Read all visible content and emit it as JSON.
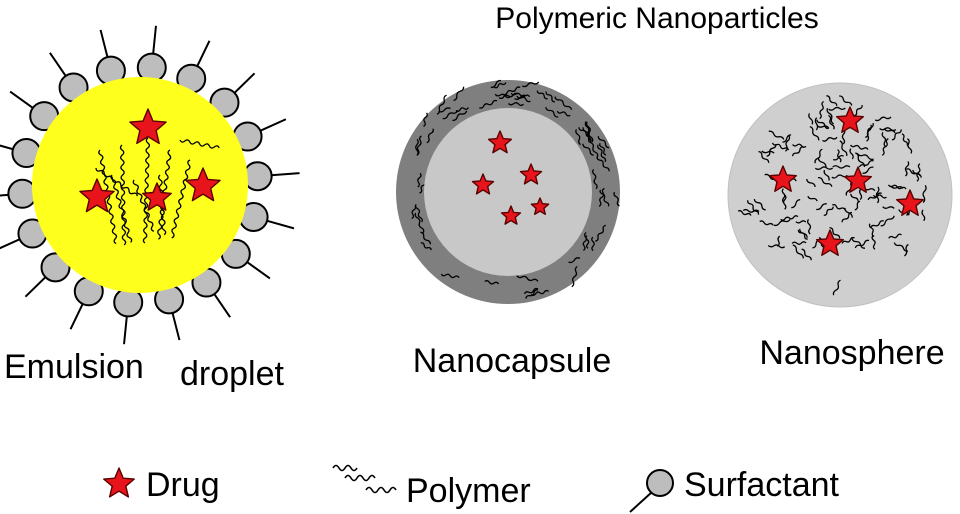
{
  "title": "Polymeric Nanoparticles",
  "particles": {
    "emulsion_label_main": "Emulsion",
    "emulsion_label_sub": "droplet",
    "nanocapsule_label": "Nanocapsule",
    "nanosphere_label": "Nanosphere"
  },
  "legend": {
    "drug": "Drug",
    "polymer": "Polymer",
    "surfactant": "Surfactant"
  },
  "colors": {
    "drug_fill": "#e8141b",
    "droplet_core": "#ffff1e",
    "surfactant_head": "#bdbdbd",
    "capsule_shell": "#7f7f7f",
    "capsule_core": "#c8c8c8",
    "sphere_fill": "#cfcfcf"
  }
}
